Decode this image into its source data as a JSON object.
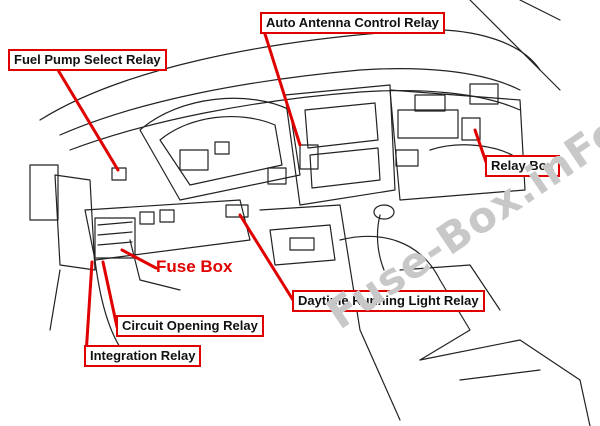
{
  "labels": {
    "fuel_pump_select_relay": "Fuel Pump Select Relay",
    "auto_antenna_control_relay": "Auto Antenna Control Relay",
    "relay_box": "Relay Box",
    "fuse_box": "Fuse Box",
    "daytime_running_light_relay": "Daytime Running Light Relay",
    "circuit_opening_relay": "Circuit Opening Relay",
    "integration_relay": "Integration Relay"
  },
  "watermark": "Fuse-Box.inFo",
  "colors": {
    "callout_border": "#e00000",
    "leader_line": "#e00000",
    "drawing_stroke": "#222222",
    "watermark": "#c8c8c8"
  }
}
